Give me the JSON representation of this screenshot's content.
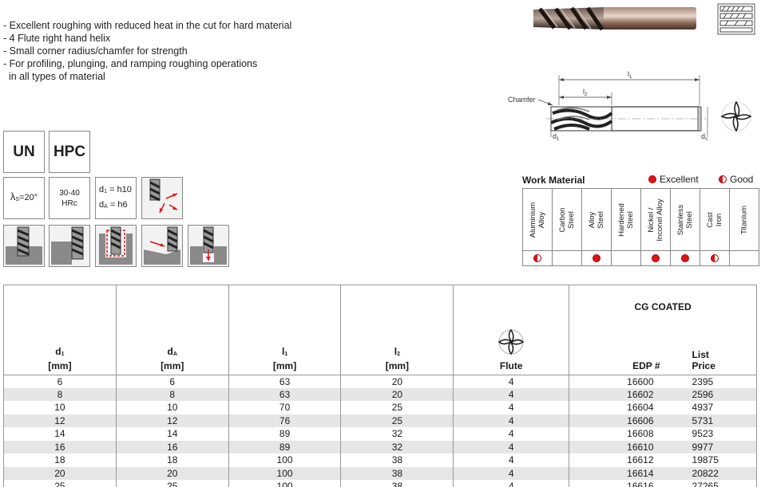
{
  "features": [
    "- Excellent roughing with reduced heat in the cut for hard material",
    "- 4 Flute right hand helix",
    "- Small corner radius/chamfer for strength",
    "- For profiling, plunging, and ramping roughing operations",
    "  in all types of material"
  ],
  "drawing": {
    "chamfer_label": "Chamfer",
    "l1_label": "l",
    "l1_sub": "1",
    "l2_label": "l",
    "l2_sub": "2",
    "d1_label": "d",
    "d1_sub": "1",
    "ds_label": "d",
    "ds_sub": "s"
  },
  "badges": {
    "type": "UN",
    "series": "HPC",
    "helix_symbol": "λ",
    "helix_sub": "S",
    "helix_value": "=20°",
    "hardness_line1": "30-40",
    "hardness_line2": "HRc",
    "tol_d1_sym": "d",
    "tol_d1_sub": "1",
    "tol_d1_val": " = h10",
    "tol_da_sym": "d",
    "tol_da_sub": "A",
    "tol_da_val": " = h6"
  },
  "icons": {
    "coating": "coating-layers-icon",
    "cutting_direction": "cutting-direction-icon",
    "slotting": "slotting-icon",
    "side_milling": "side-milling-icon",
    "pocket": "pocket-icon",
    "ramping": "ramping-icon",
    "plunging": "plunging-icon",
    "flute_cross_section": "flute-cross-section-icon"
  },
  "work_material": {
    "title": "Work Material",
    "legend_excellent": "Excellent",
    "legend_good": "Good",
    "materials": [
      {
        "name": "Aluminium\nAlloy",
        "rating": "good"
      },
      {
        "name": "Carbon\nSteel",
        "rating": "none"
      },
      {
        "name": "Alloy\nSteel",
        "rating": "excellent"
      },
      {
        "name": "Hardened\nSteel",
        "rating": "none"
      },
      {
        "name": "Nickel /\nInconel Alloy",
        "rating": "excellent"
      },
      {
        "name": "Stainless\nSteel",
        "rating": "excellent"
      },
      {
        "name": "Cast\nIron",
        "rating": "good"
      },
      {
        "name": "Titanium",
        "rating": "none"
      }
    ],
    "colors": {
      "excellent": "#e0131a",
      "border": "#888888"
    }
  },
  "table": {
    "headers": {
      "d1": "d",
      "d1_sub": "1",
      "d1_unit": "[mm]",
      "da": "d",
      "da_sub": "A",
      "da_unit": "[mm]",
      "l1": "l",
      "l1_sub": "1",
      "l1_unit": "[mm]",
      "l2": "l",
      "l2_sub": "2",
      "l2_unit": "[mm]",
      "flute": "Flute",
      "coating": "CG COATED",
      "edp": "EDP #",
      "list": "List",
      "price": "Price"
    },
    "rows": [
      {
        "d1": "6",
        "da": "6",
        "l1": "63",
        "l2": "20",
        "flute": "4",
        "edp": "16600",
        "price": "2395"
      },
      {
        "d1": "8",
        "da": "8",
        "l1": "63",
        "l2": "20",
        "flute": "4",
        "edp": "16602",
        "price": "2596"
      },
      {
        "d1": "10",
        "da": "10",
        "l1": "70",
        "l2": "25",
        "flute": "4",
        "edp": "16604",
        "price": "4937"
      },
      {
        "d1": "12",
        "da": "12",
        "l1": "76",
        "l2": "25",
        "flute": "4",
        "edp": "16606",
        "price": "5731"
      },
      {
        "d1": "14",
        "da": "14",
        "l1": "89",
        "l2": "32",
        "flute": "4",
        "edp": "16608",
        "price": "9523"
      },
      {
        "d1": "16",
        "da": "16",
        "l1": "89",
        "l2": "32",
        "flute": "4",
        "edp": "16610",
        "price": "9977"
      },
      {
        "d1": "18",
        "da": "18",
        "l1": "100",
        "l2": "38",
        "flute": "4",
        "edp": "16612",
        "price": "19875"
      },
      {
        "d1": "20",
        "da": "20",
        "l1": "100",
        "l2": "38",
        "flute": "4",
        "edp": "16614",
        "price": "20822"
      },
      {
        "d1": "25",
        "da": "25",
        "l1": "100",
        "l2": "38",
        "flute": "4",
        "edp": "16616",
        "price": "27265"
      }
    ],
    "colors": {
      "row_alt": "#e6e6e6",
      "border": "#999999"
    }
  }
}
